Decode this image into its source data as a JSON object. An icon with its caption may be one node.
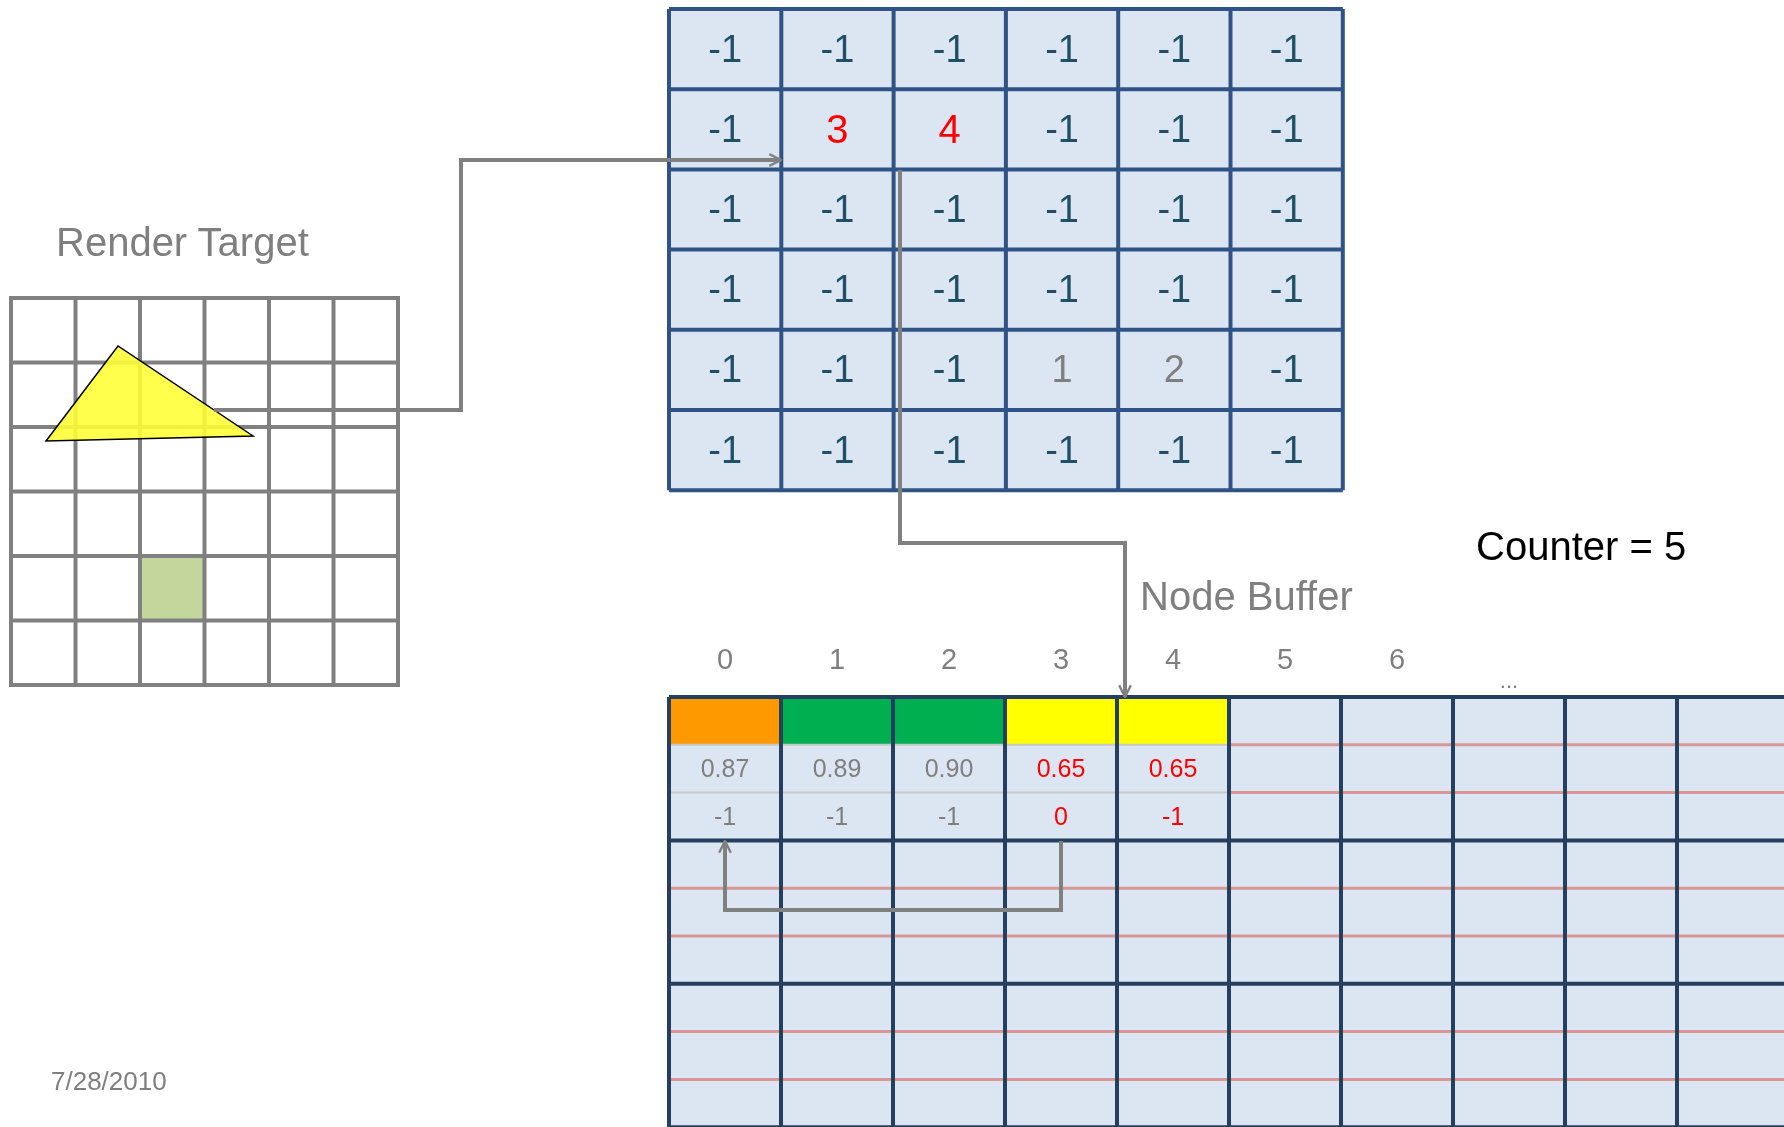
{
  "diagram": {
    "nodes": [
      {
        "text": [],
        "shape": "triangle"
      },
      {
        "text": [
          "3"
        ]
      },
      {
        "text": [
          "4"
        ]
      },
      {
        "text": [],
        "shape": "box"
      },
      {
        "text": [
          "-1"
        ]
      },
      {
        "text": [
          "0"
        ]
      }
    ],
    "edges": [
      {
        "from": 0,
        "to": 1,
        "arrow": "to"
      },
      {
        "from": 2,
        "to": 3,
        "arrow": "to"
      },
      {
        "from": 5,
        "to": 4,
        "arrow": "to"
      }
    ],
    "labels": [
      "-1",
      "-1",
      "-1",
      "-1",
      "-1",
      "-1",
      "-1",
      "-1",
      "-1",
      "-1",
      "-1",
      "-1",
      "-1",
      "-1",
      "-1",
      "-1",
      "-1",
      "-1",
      "-1",
      "-1",
      "-1",
      "-1",
      "-1",
      "-1",
      "-1",
      "1",
      "2",
      "-1",
      "-1",
      "-1",
      "-1",
      "-1",
      "-1",
      "-1",
      "Render Target",
      "Counter = 5",
      "Node Buffer",
      "0",
      "1",
      "2",
      "3",
      "4",
      "5",
      "6",
      "...",
      "0.87",
      "0.89",
      "0.90",
      "0.65",
      "0.65",
      "-1",
      "-1",
      "-1",
      "7/28/2010"
    ]
  }
}
